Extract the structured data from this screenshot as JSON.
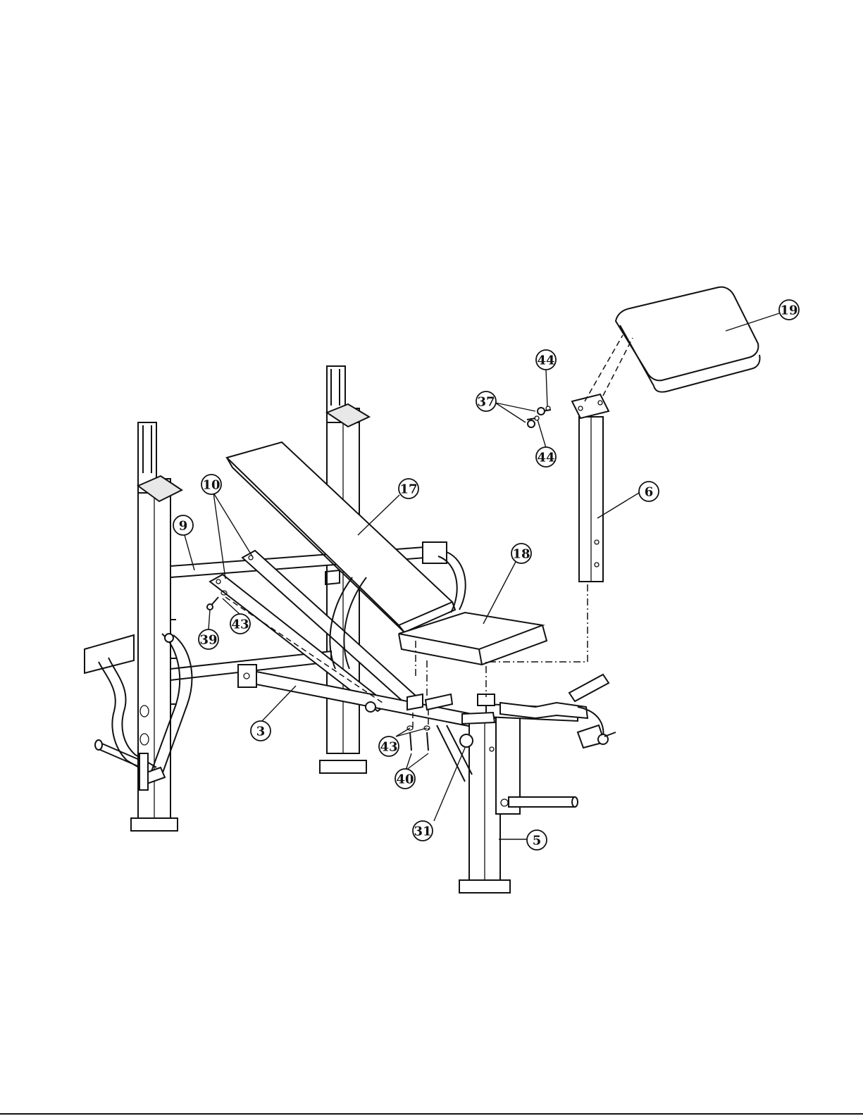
{
  "callouts": [
    {
      "label": "19"
    },
    {
      "label": "44"
    },
    {
      "label": "37"
    },
    {
      "label": "44"
    },
    {
      "label": "6"
    },
    {
      "label": "10"
    },
    {
      "label": "17"
    },
    {
      "label": "9"
    },
    {
      "label": "18"
    },
    {
      "label": "43"
    },
    {
      "label": "39"
    },
    {
      "label": "3"
    },
    {
      "label": "43"
    },
    {
      "label": "40"
    },
    {
      "label": "31"
    },
    {
      "label": "5"
    }
  ]
}
